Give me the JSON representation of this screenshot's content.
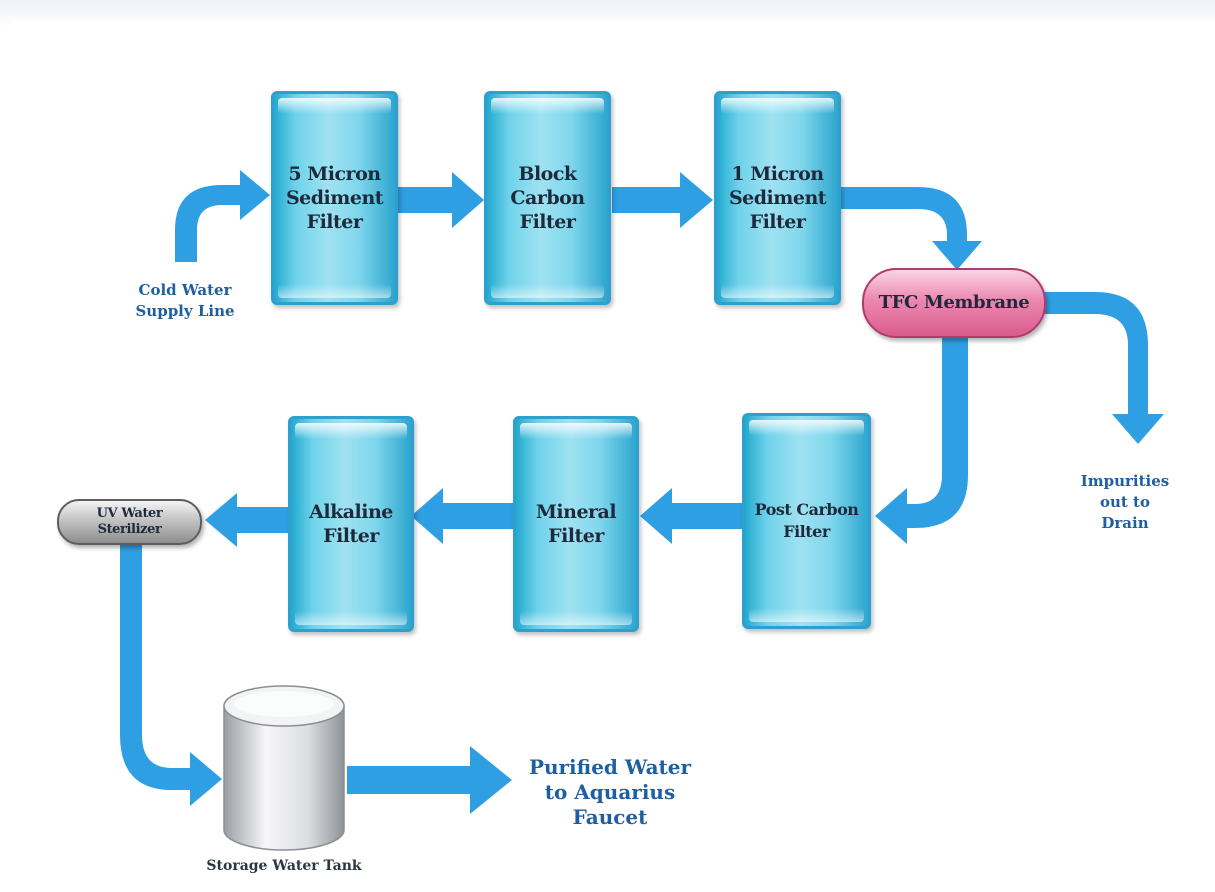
{
  "diagram": {
    "stages_top": [
      {
        "label": "5 Micron\nSediment\nFilter"
      },
      {
        "label": "Block\nCarbon\nFilter"
      },
      {
        "label": "1 Micron\nSediment\nFilter"
      }
    ],
    "membrane": {
      "label": "TFC Membrane"
    },
    "stages_bottom": [
      {
        "label": "Post Carbon\nFilter"
      },
      {
        "label": "Mineral\nFilter"
      },
      {
        "label": "Alkaline\nFilter"
      }
    ],
    "sterilizer": {
      "label": "UV Water\nSterilizer"
    },
    "tank": {
      "label": "Storage Water Tank"
    },
    "notes": {
      "inlet": "Cold Water\nSupply Line",
      "drain": "Impurities\nout to\nDrain",
      "outlet": "Purified Water\nto Aquarius\nFaucet"
    },
    "colors": {
      "arrow": "#2f9fe3",
      "filter": "#6fd2ea",
      "membrane": "#e77aa7",
      "sterilizer": "#b8b8b8",
      "text": "#1e2a3c",
      "note_text": "#1f5fa0"
    }
  }
}
